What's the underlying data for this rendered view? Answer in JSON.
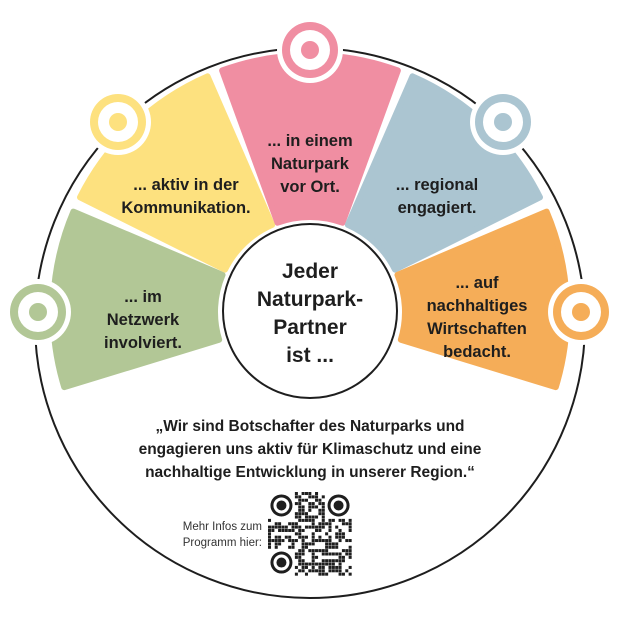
{
  "center": {
    "lines": [
      "Jeder",
      "Naturpark-",
      "Partner",
      "ist ..."
    ]
  },
  "segments": [
    {
      "id": "network",
      "color": "#b2c796",
      "lines": [
        "... im",
        "Netzwerk",
        "involviert."
      ]
    },
    {
      "id": "communication",
      "color": "#fde17f",
      "lines": [
        "... aktiv in der",
        "Kommunikation."
      ]
    },
    {
      "id": "naturpark",
      "color": "#f08ea2",
      "lines": [
        "... in einem",
        "Naturpark",
        "vor Ort."
      ]
    },
    {
      "id": "regional",
      "color": "#abc5d1",
      "lines": [
        "... regional",
        "engagiert."
      ]
    },
    {
      "id": "sustainable",
      "color": "#f5ad58",
      "lines": [
        "... auf",
        "nachhaltiges",
        "Wirtschaften",
        "bedacht."
      ]
    }
  ],
  "quote": {
    "lines": [
      "„Wir sind Botschafter des Naturparks und",
      "engagieren uns aktiv für Klimaschutz und eine",
      "nachhaltige Entwicklung in unserer Region.“"
    ]
  },
  "info": {
    "lines": [
      "Mehr Infos zum",
      "Programm hier:"
    ]
  },
  "qr_icon": "qr-code"
}
